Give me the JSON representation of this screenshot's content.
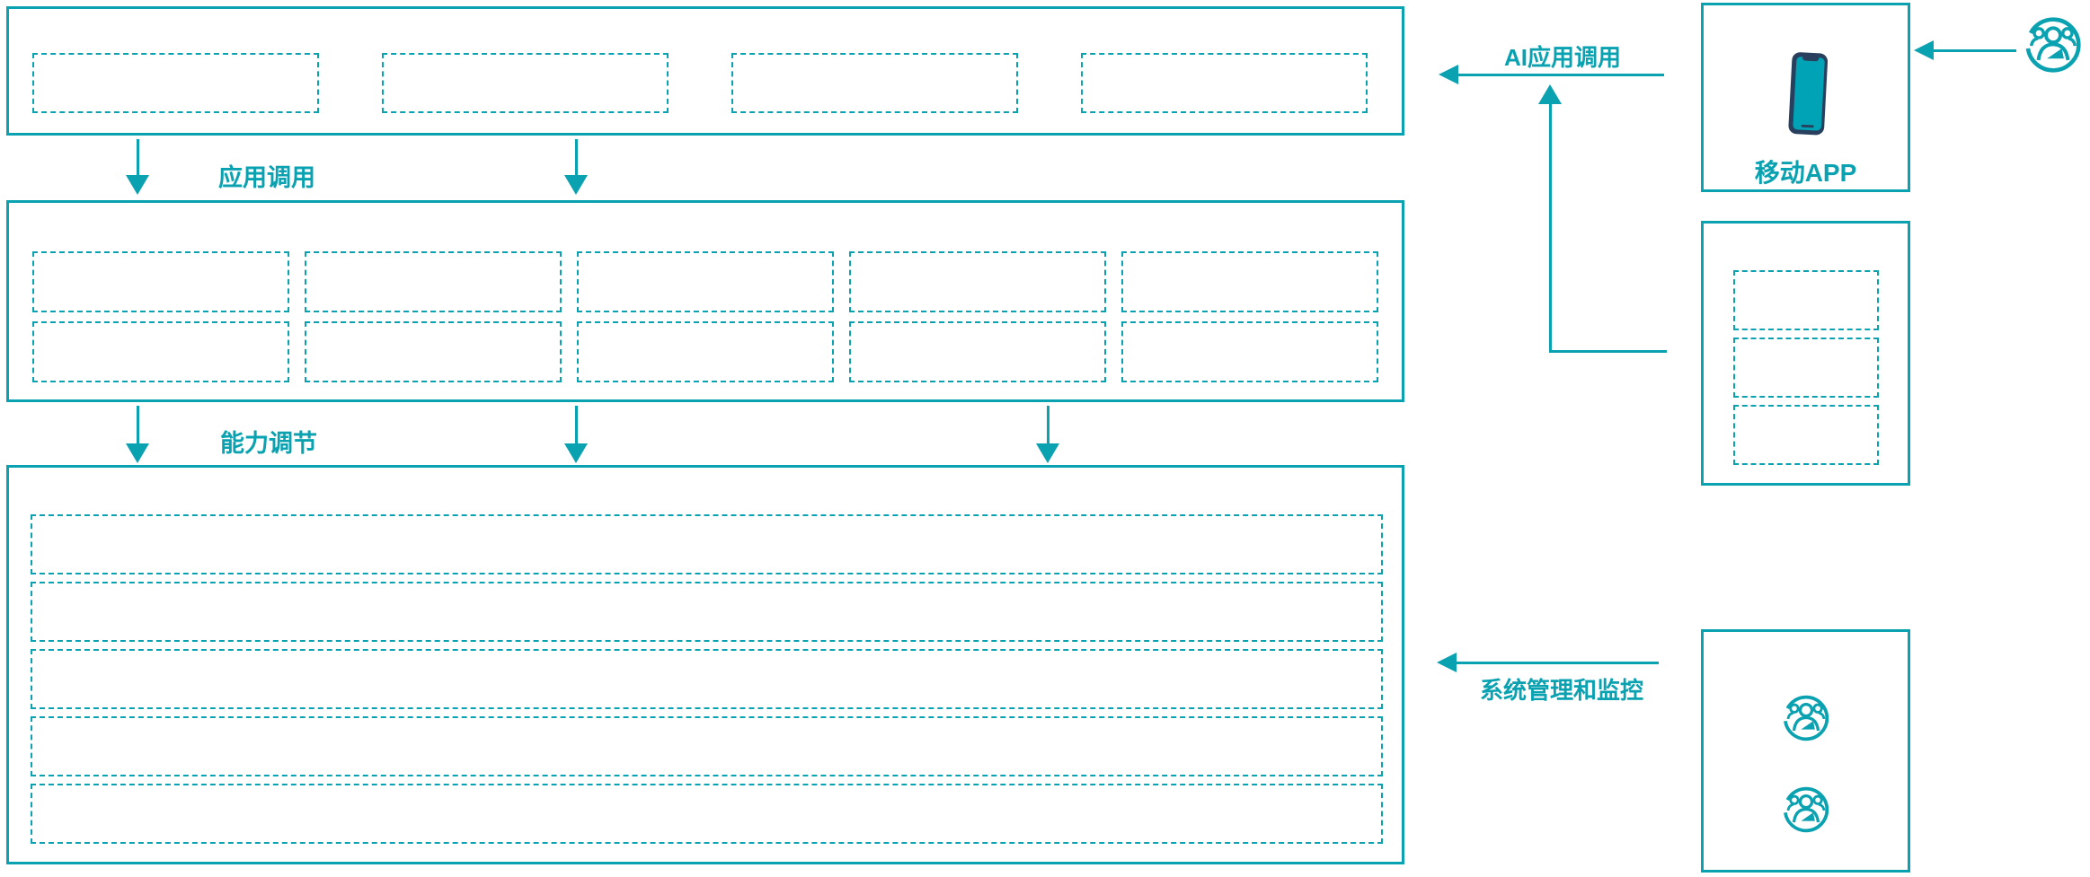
{
  "colors": {
    "accent": "#0AA1B1",
    "phone_body": "#28405E",
    "phone_screen": "#00A3B5",
    "background": "#FFFFFF"
  },
  "diagram": {
    "tiers": [
      {
        "name": "top-application-tier",
        "placeholder_slots": 4
      },
      {
        "name": "middle-capability-tier",
        "rows": 2,
        "cols": 5
      },
      {
        "name": "bottom-platform-tier",
        "placeholder_rows": 5
      }
    ],
    "connectors": {
      "app_call": {
        "label": "应用调用",
        "direction": "down"
      },
      "capability_tuning": {
        "label": "能力调节",
        "direction": "down"
      },
      "ai_app_call": {
        "label": "AI应用调用",
        "direction": "left"
      },
      "system_monitor": {
        "label": "系统管理和监控",
        "direction": "left"
      }
    },
    "right_column": {
      "mobile_app": {
        "label": "移动APP",
        "icon": "smartphone-icon"
      },
      "middle_panel": {
        "placeholder_slots": 3
      },
      "monitor_panel": {
        "icons": [
          "user-group-icon",
          "user-group-icon"
        ]
      },
      "end_user": {
        "icon": "user-group-icon"
      }
    }
  }
}
